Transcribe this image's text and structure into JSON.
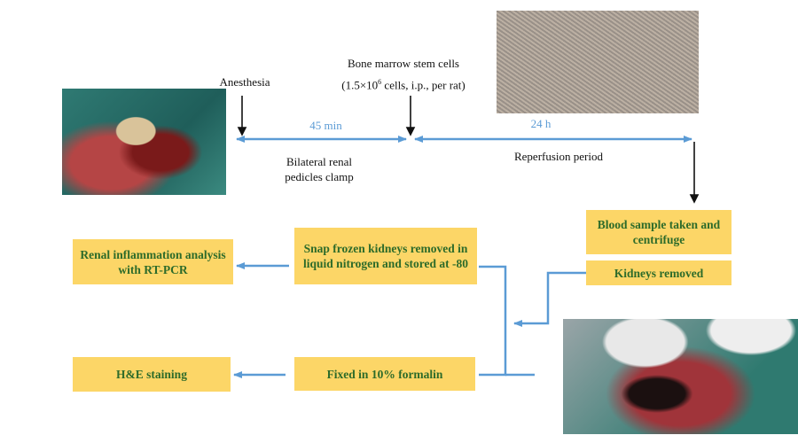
{
  "timeline": {
    "anesthesia": "Anesthesia",
    "bmsc_line1": "Bone marrow stem cells",
    "bmsc_line2_pre": "(1.5×10",
    "bmsc_sup": "6",
    "bmsc_line2_post": " cells, i.p., per rat)",
    "duration_clamp": "45 min",
    "duration_reperfusion": "24 h",
    "clamp_line1": "Bilateral renal",
    "clamp_line2": "pedicles clamp",
    "reperfusion": "Reperfusion period"
  },
  "boxes": {
    "blood": "Blood sample taken and centrifuge",
    "kidneys_removed": "Kidneys removed",
    "snap_frozen": "Snap frozen kidneys removed in liquid nitrogen and stored at -80",
    "renal_inflammation": "Renal inflammation analysis with RT-PCR",
    "fixed": "Fixed in 10% formalin",
    "he_staining": "H&E staining"
  },
  "colors": {
    "box_fill": "#fcd667",
    "box_text": "#2d6b2a",
    "arrow_blue": "#5b9bd5"
  }
}
